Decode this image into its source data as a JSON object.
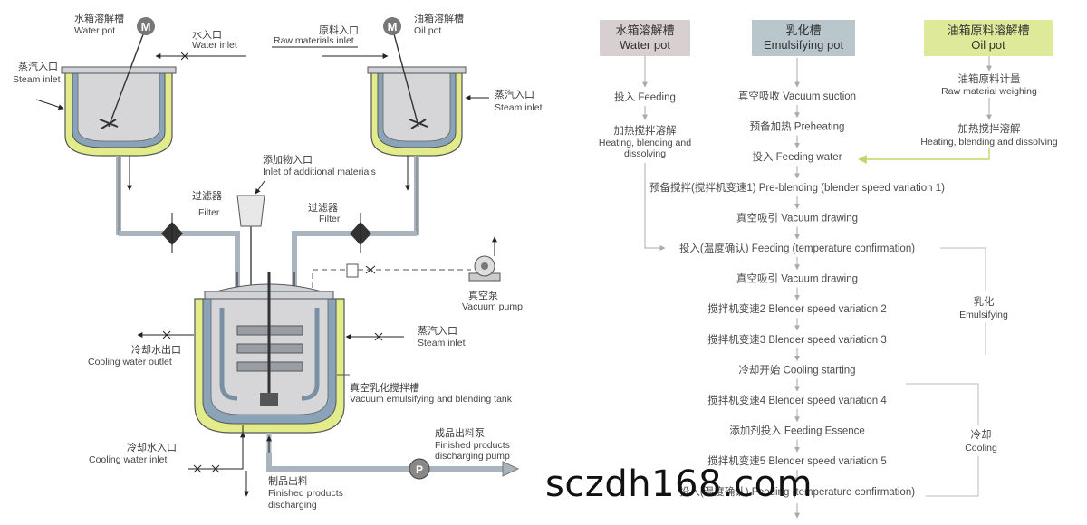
{
  "left": {
    "water_pot": {
      "cn": "水箱溶解槽",
      "en": "Water pot"
    },
    "water_inlet": {
      "cn": "水入口",
      "en": "Water inlet"
    },
    "raw_inlet": {
      "cn": "原料入口",
      "en": "Raw materials inlet"
    },
    "oil_pot": {
      "cn": "油箱溶解槽",
      "en": "Oil pot"
    },
    "steam_left": {
      "cn": "蒸汽入口",
      "en": "Steam inlet"
    },
    "steam_right": {
      "cn": "蒸汽入口",
      "en": "Steam inlet"
    },
    "additional": {
      "cn": "添加物入口",
      "en": "Inlet of additional materials"
    },
    "filter_left": {
      "cn": "过滤器",
      "en": "Filter"
    },
    "filter_right": {
      "cn": "过滤器",
      "en": "Filter"
    },
    "vacuum_pump": {
      "cn": "真空泵",
      "en": "Vacuum pump"
    },
    "steam_tank": {
      "cn": "蒸汽入口",
      "en": "Steam inlet"
    },
    "cooling_out": {
      "cn": "冷却水出口",
      "en": "Cooling water outlet"
    },
    "tank": {
      "cn": "真空乳化搅拌槽",
      "en": "Vacuum emulsifying and blending tank"
    },
    "pump_label": {
      "cn": "成品出料泵",
      "en1": "Finished products",
      "en2": "discharging pump"
    },
    "cooling_in": {
      "cn": "冷却水入口",
      "en": "Cooling water inlet"
    },
    "discharge": {
      "cn": "制品出料",
      "en1": "Finished products",
      "en2": "discharging"
    },
    "motor_symbol": "M",
    "pump_symbol": "P"
  },
  "right": {
    "headers": [
      {
        "cn": "水箱溶解槽",
        "en": "Water pot",
        "color": "#d8cfd0"
      },
      {
        "cn": "乳化槽",
        "en": "Emulsifying pot",
        "color": "#b9c6cb"
      },
      {
        "cn": "油箱原料溶解槽",
        "en": "Oil pot",
        "color": "#dfe99a"
      }
    ],
    "water_steps": [
      {
        "cn": "投入",
        "en": "Feeding"
      },
      {
        "cn": "加热搅拌溶解",
        "en1": "Heating, blending and",
        "en2": "dissolving"
      }
    ],
    "oil_steps": [
      {
        "cn": "油箱原料计量",
        "en": "Raw material weighing"
      },
      {
        "cn": "加热搅拌溶解",
        "en": "Heating, blending and dissolving"
      }
    ],
    "main_steps": [
      "真空吸收 Vacuum suction",
      "预备加热 Preheating",
      "投入 Feeding water",
      "预备搅拌(搅拌机变速1) Pre-blending (blender speed variation 1)",
      "真空吸引 Vacuum drawing",
      "投入(温度确认) Feeding (temperature confirmation)",
      "真空吸引 Vacuum drawing",
      "搅拌机变速2 Blender speed variation 2",
      "搅拌机变速3 Blender speed variation 3",
      "冷却开始 Cooling starting",
      "搅拌机变速4 Blender speed variation 4",
      "添加剂投入 Feeding Essence",
      "搅拌机变速5 Blender speed variation 5",
      "投入(温度确认) Feeding (temperature confirmation)"
    ],
    "emulsify_group": {
      "cn": "乳化",
      "en": "Emulsifying"
    },
    "cooling_group": {
      "cn": "冷却",
      "en": "Cooling"
    }
  },
  "watermark": "sczdh168.com"
}
